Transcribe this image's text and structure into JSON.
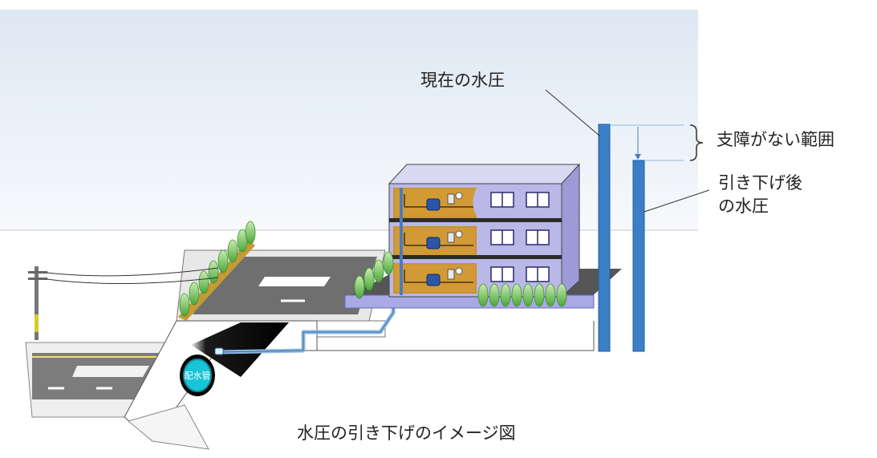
{
  "labels": {
    "current_pressure": "現在の水圧",
    "no_problem_range": "支障がない範囲",
    "reduced_pressure_line1": "引き下げ後",
    "reduced_pressure_line2": "の水圧",
    "main_pipe": "配水管",
    "caption": "水圧の引き下げのイメージ図"
  },
  "colors": {
    "pressure_bar": "#3d7fc7",
    "pressure_bar_edge": "#1f5e9e",
    "building_facade": "#b9b8e6",
    "building_interior": "#c9922f",
    "pipe_fill": "#0a0a0a",
    "pipe_label_bg": "#19c4d6",
    "sky_top": "#dfe9f4",
    "tree_green": "#6fbf4a"
  },
  "icons": [
    "water-meter-icon",
    "faucet-icon",
    "utility-pole-icon",
    "tree-icon"
  ]
}
